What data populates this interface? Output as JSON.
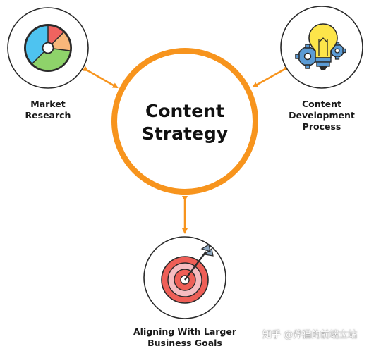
{
  "center": {
    "line1": "Content",
    "line2": "Strategy"
  },
  "nodes": {
    "market_research": {
      "line1": "Market",
      "line2": "Research",
      "icon": "pie-chart-icon"
    },
    "content_development": {
      "line1": "Content",
      "line2": "Development",
      "line3": "Process",
      "icon": "lightbulb-gears-icon"
    },
    "business_goals": {
      "line1": "Aligning With Larger",
      "line2": "Business Goals",
      "icon": "target-arrow-icon"
    }
  },
  "watermark": "知乎 @斧猫的前端立站",
  "colors": {
    "accent_orange": "#f7941d",
    "pie_red": "#f0635f",
    "pie_blue": "#4ec3f0",
    "pie_green": "#8ed36a",
    "pie_peach": "#f9b77a",
    "bulb_yellow": "#fde54a",
    "gear_blue": "#5b9bd5",
    "target_red": "#ee5f57",
    "target_pink": "#f6bcc0"
  }
}
